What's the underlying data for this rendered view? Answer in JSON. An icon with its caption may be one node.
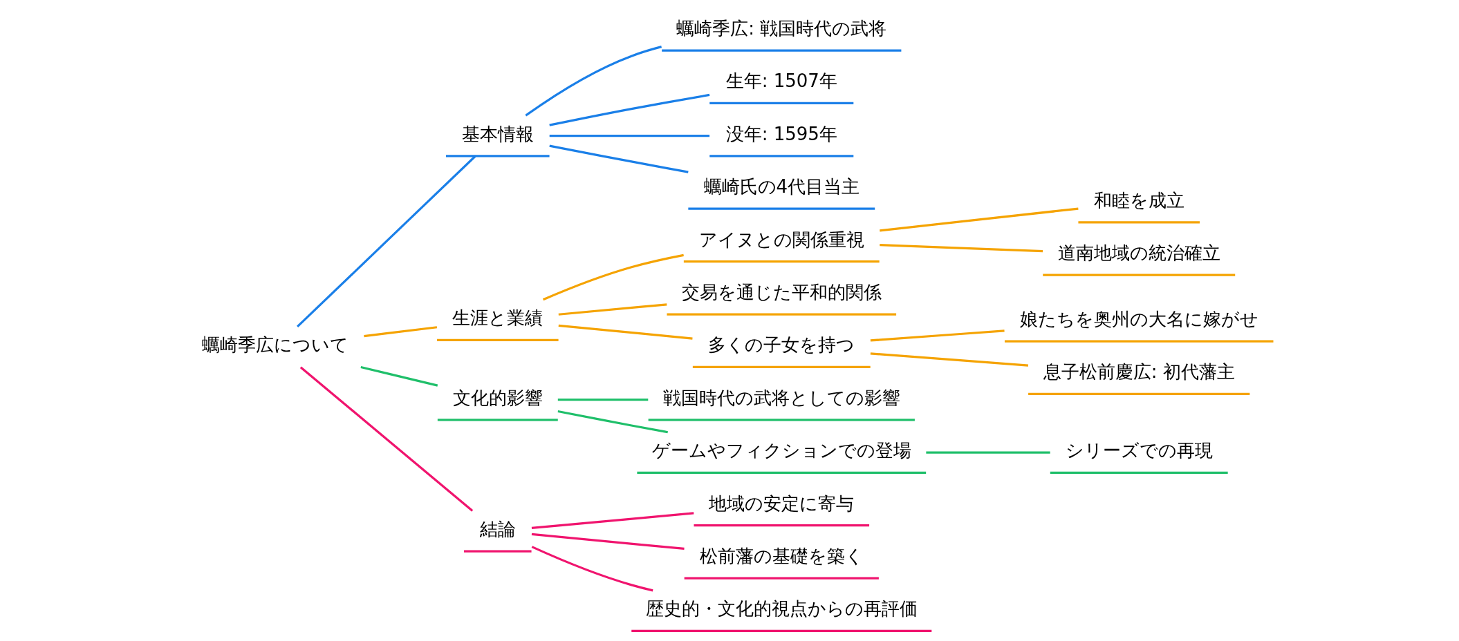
{
  "diagram": {
    "nodes": [
      {
        "text": [
          "蠣崎季広について"
        ]
      },
      {
        "text": [
          "基本情報"
        ]
      },
      {
        "text": [
          "蠣崎季広: 戦国時代の武将"
        ]
      },
      {
        "text": [
          "生年: 1507年"
        ]
      },
      {
        "text": [
          "没年: 1595年"
        ]
      },
      {
        "text": [
          "蠣崎氏の4代目当主"
        ]
      },
      {
        "text": [
          "生涯と業績"
        ]
      },
      {
        "text": [
          "アイヌとの関係重視"
        ]
      },
      {
        "text": [
          "和睦を成立"
        ]
      },
      {
        "text": [
          "道南地域の統治確立"
        ]
      },
      {
        "text": [
          "交易を通じた平和的関係"
        ]
      },
      {
        "text": [
          "多くの子女を持つ"
        ]
      },
      {
        "text": [
          "娘たちを奥州の大名に嫁がせ"
        ]
      },
      {
        "text": [
          "息子松前慶広: 初代藩主"
        ]
      },
      {
        "text": [
          "文化的影響"
        ]
      },
      {
        "text": [
          "戦国時代の武将としての影響"
        ]
      },
      {
        "text": [
          "ゲームやフィクションでの登場"
        ]
      },
      {
        "text": [
          "シリーズでの再現"
        ]
      },
      {
        "text": [
          "結論"
        ]
      },
      {
        "text": [
          "地域の安定に寄与"
        ]
      },
      {
        "text": [
          "松前藩の基礎を築く"
        ]
      },
      {
        "text": [
          "歴史的・文化的視点からの再評価"
        ]
      }
    ],
    "edges": [
      {
        "from": 0,
        "to": 1,
        "arrow": "none",
        "color": "#1a7fe8"
      },
      {
        "from": 1,
        "to": 2,
        "arrow": "none",
        "color": "#1a7fe8"
      },
      {
        "from": 1,
        "to": 3,
        "arrow": "none",
        "color": "#1a7fe8"
      },
      {
        "from": 1,
        "to": 4,
        "arrow": "none",
        "color": "#1a7fe8"
      },
      {
        "from": 1,
        "to": 5,
        "arrow": "none",
        "color": "#1a7fe8"
      },
      {
        "from": 0,
        "to": 6,
        "arrow": "none"
      },
      {
        "from": 6,
        "to": 7,
        "arrow": "none"
      },
      {
        "from": 7,
        "to": 8,
        "arrow": "none"
      },
      {
        "from": 7,
        "to": 9,
        "arrow": "none"
      },
      {
        "from": 6,
        "to": 10,
        "arrow": "none"
      },
      {
        "from": 6,
        "to": 11,
        "arrow": "none"
      },
      {
        "from": 11,
        "to": 12,
        "arrow": "none"
      },
      {
        "from": 11,
        "to": 13,
        "arrow": "none"
      },
      {
        "from": 0,
        "to": 14,
        "arrow": "none",
        "color": "#1fbf6a"
      },
      {
        "from": 14,
        "to": 15,
        "arrow": "none",
        "color": "#1fbf6a"
      },
      {
        "from": 14,
        "to": 16,
        "arrow": "none",
        "color": "#1fbf6a"
      },
      {
        "from": 16,
        "to": 17,
        "arrow": "none",
        "color": "#1fbf6a"
      },
      {
        "from": 0,
        "to": 18,
        "arrow": "none",
        "color": "#f0146e"
      },
      {
        "from": 18,
        "to": 19,
        "arrow": "none",
        "color": "#f0146e"
      },
      {
        "from": 18,
        "to": 20,
        "arrow": "none",
        "color": "#f0146e"
      },
      {
        "from": 18,
        "to": 21,
        "arrow": "none",
        "color": "#f0146e"
      }
    ]
  }
}
